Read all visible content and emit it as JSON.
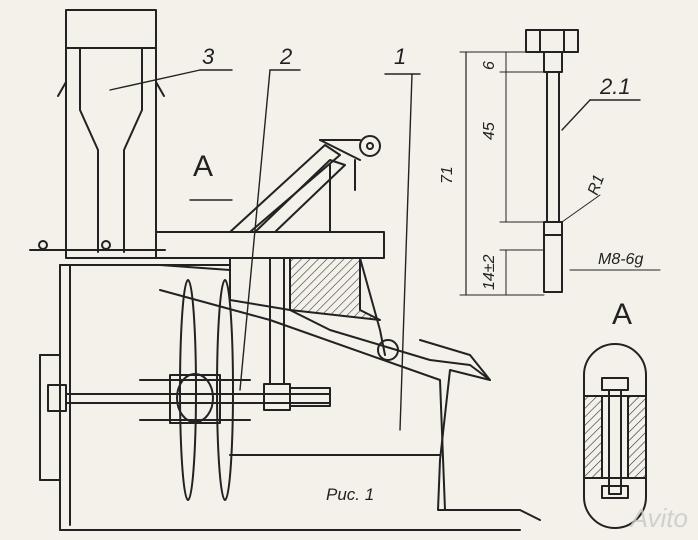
{
  "figure": {
    "caption": "Рис. 1",
    "part_labels": [
      "1",
      "2",
      "3",
      "2.1"
    ],
    "section_label": "A",
    "section_view_label": "A",
    "dimensions": {
      "d6": "6",
      "d45": "45",
      "d71": "71",
      "d14": "14±2",
      "radius": "R1",
      "thread": "M8-6g"
    },
    "watermark": "Avito"
  }
}
